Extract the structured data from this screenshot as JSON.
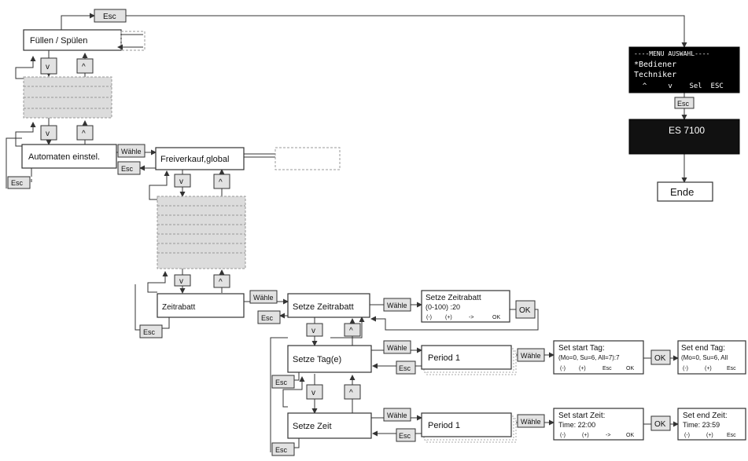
{
  "keys": {
    "esc": "Esc",
    "down": "v",
    "up": "^",
    "select": "Wähle",
    "ok": "OK"
  },
  "boxes": {
    "fuellen": "Füllen / Spülen",
    "automaten": "Automaten einstel.",
    "freiverkauf": "Freiverkauf,global",
    "zeitrabatt": "Zeitrabatt",
    "setze_zeitrabatt": "Setze Zeitrabatt",
    "setze_tag": "Setze Tag(e)",
    "setze_zeit": "Setze Zeit",
    "period1_tag": "Period 1",
    "period1_zeit": "Period 1",
    "es7100": "ES 7100",
    "ende": "Ende"
  },
  "menu_display": {
    "title": "----MENU AUSWAHL----",
    "line1": "*Bediener",
    "line2": " Techniker",
    "line3": "  ^     v    Sel  ESC"
  },
  "screens": {
    "zeitrabatt_entry": {
      "line1": "Setze Zeitrabatt",
      "line2": "(0-100) :20",
      "k1": "(-)",
      "k2": "(+)",
      "k3": "->",
      "k4": "OK"
    },
    "start_tag": {
      "line1": "Set start Tag:",
      "line2": "(Mo=0, Su=6, All=7):7",
      "k1": "(-)",
      "k2": "(+)",
      "k3": "Esc",
      "k4": "OK"
    },
    "end_tag": {
      "line1": "Set end Tag:",
      "line2": "(Mo=0, Su=6, All",
      "k1": "(-)",
      "k2": "(+)",
      "k3": "Esc"
    },
    "start_zeit": {
      "line1": "Set start Zeit:",
      "line2": "Time: 22:00",
      "k1": "(-)",
      "k2": "(+)",
      "k3": "->",
      "k4": "OK"
    },
    "end_zeit": {
      "line1": "Set end Zeit:",
      "line2": "Time: 23:59",
      "k1": "(-)",
      "k2": "(+)",
      "k3": "Esc"
    }
  }
}
